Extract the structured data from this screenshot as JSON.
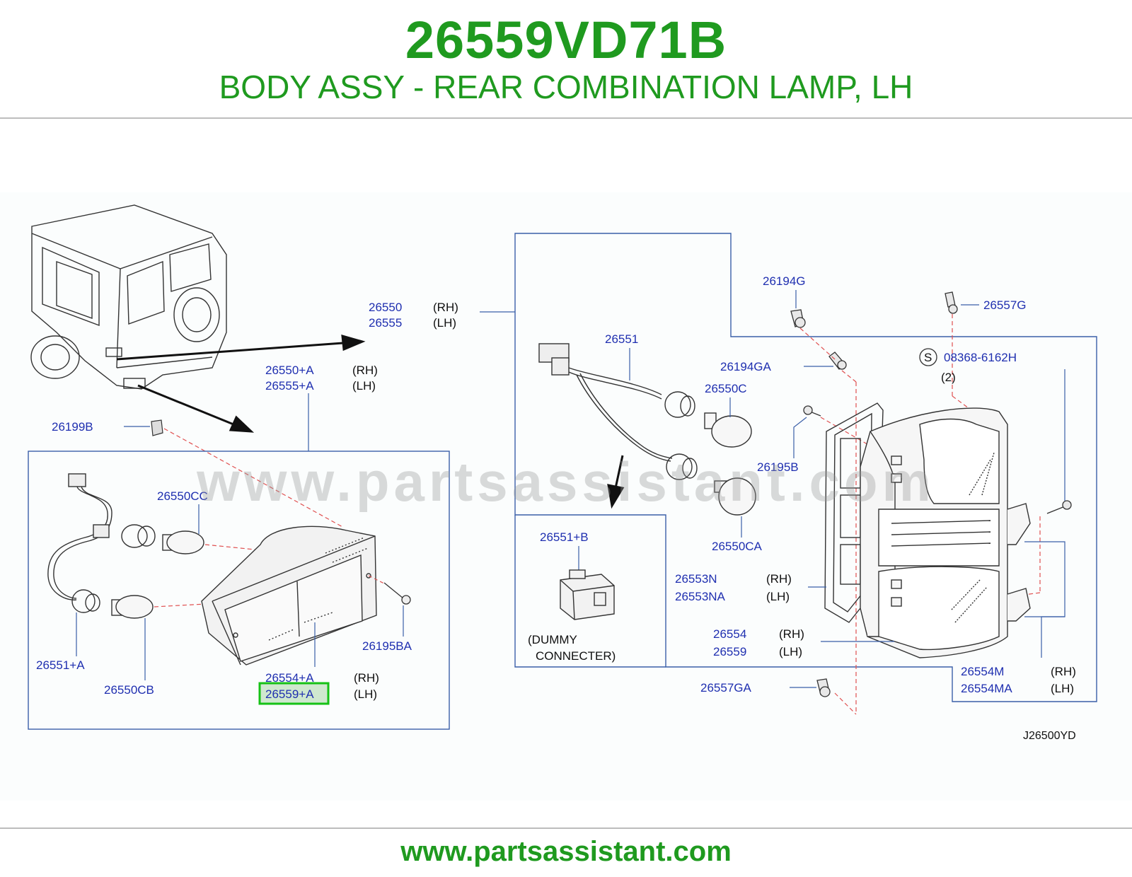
{
  "header": {
    "part_number": "26559VD71B",
    "description": "BODY ASSY - REAR COMBINATION LAMP, LH"
  },
  "footer": {
    "url": "www.partsassistant.com"
  },
  "watermark": "www.partsassistant.com",
  "diagram": {
    "code": "J26500YD",
    "highlighted_part": "26559+A",
    "labels": {
      "p26550": "26550",
      "p26555": "26555",
      "p26550A": "26550+A",
      "p26555A": "26555+A",
      "p26199B": "26199B",
      "p26550CC": "26550CC",
      "p26551A": "26551+A",
      "p26550CB": "26550CB",
      "p26195BA": "26195BA",
      "p26554A": "26554+A",
      "p26559A": "26559+A",
      "p26551": "26551",
      "p26550C": "26550C",
      "p26550CA": "26550CA",
      "p26551B": "26551+B",
      "p26194G": "26194G",
      "p26194GA": "26194GA",
      "p26557G": "26557G",
      "p08368": "08368-6162H",
      "qty2": "(2)",
      "s_mark": "S",
      "p26195B": "26195B",
      "p26553N": "26553N",
      "p26553NA": "26553NA",
      "p26554": "26554",
      "p26559": "26559",
      "p26557GA": "26557GA",
      "p26554M": "26554M",
      "p26554MA": "26554MA"
    },
    "sides": {
      "rh": "(RH)",
      "lh": "(LH)"
    },
    "dummy_connector": {
      "line1": "(DUMMY",
      "line2": "CONNECTER)"
    }
  },
  "colors": {
    "brand_green": "#1f9a1f",
    "label_blue": "#1f2fb0",
    "highlight": "#16c216",
    "line_blue": "#3a5fa8",
    "dash_red": "#e05050"
  }
}
